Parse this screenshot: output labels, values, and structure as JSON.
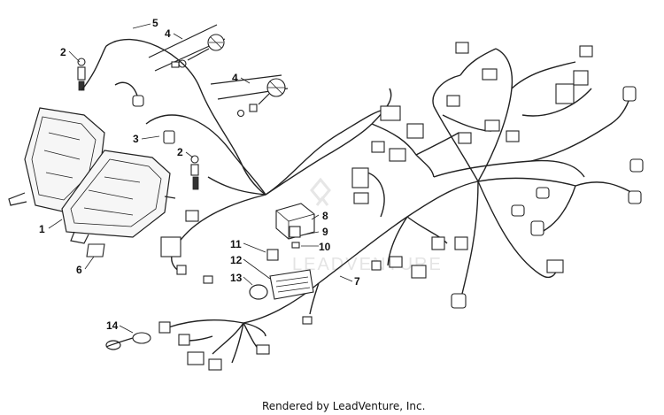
{
  "diagram": {
    "callouts": [
      "1",
      "2",
      "2",
      "3",
      "4",
      "4",
      "5",
      "6",
      "7",
      "8",
      "9",
      "10",
      "11",
      "12",
      "13",
      "14"
    ],
    "watermark": "LEADVENTURE",
    "credit": "Rendered by LeadVenture, Inc."
  }
}
